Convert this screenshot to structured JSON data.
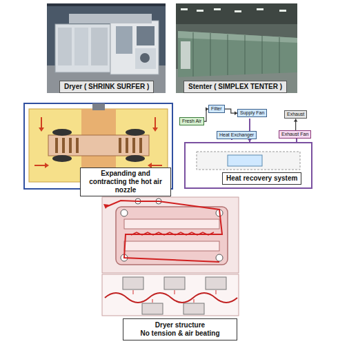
{
  "diagram": {
    "nodes": [
      {
        "text": [
          "Dryer ( SHRINK SURFER )"
        ]
      },
      {
        "text": [
          "Stenter ( SIMPLEX TENTER )"
        ]
      },
      {
        "text": [
          "Expanding and contracting the hot air nozzle"
        ]
      },
      {
        "text": [
          "Fresh Air"
        ]
      },
      {
        "text": [
          "Filter"
        ]
      },
      {
        "text": [
          "Supply Fan"
        ]
      },
      {
        "text": [
          "Exhaust"
        ]
      },
      {
        "text": [
          "Heat Exchanger"
        ]
      },
      {
        "text": [
          "Exhaust Fan"
        ]
      },
      {
        "text": [
          "Heat recovery system"
        ]
      },
      {
        "text": [
          "Dryer structure",
          "No tension & air beating"
        ]
      }
    ],
    "edges": [
      {
        "from": 3,
        "to": 4,
        "arrow": "to"
      },
      {
        "from": 4,
        "to": 5,
        "arrow": "to"
      },
      {
        "from": 8,
        "to": 6,
        "arrow": "to"
      }
    ]
  }
}
